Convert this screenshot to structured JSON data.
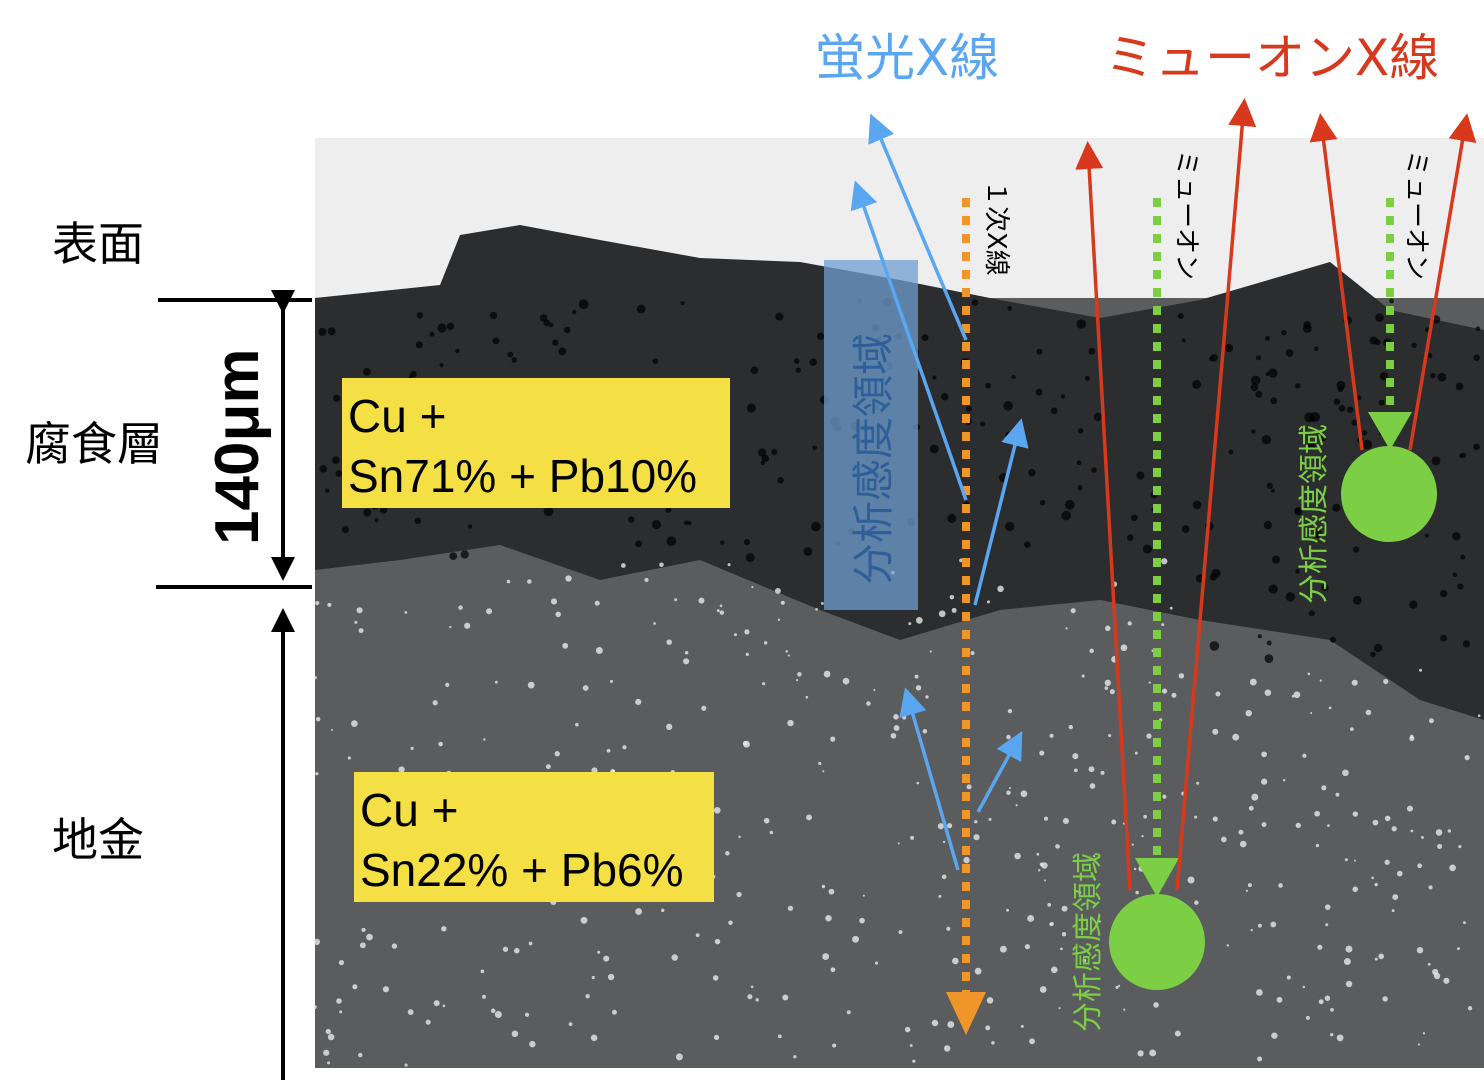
{
  "labels": {
    "surface": "表面",
    "corrosion_layer": "腐食層",
    "base_metal": "地金",
    "scale": "140μm"
  },
  "compositions": {
    "corrosion": {
      "line1": "Cu +",
      "line2": "Sn71% + Pb10%"
    },
    "base": {
      "line1": "Cu +",
      "line2": "Sn22% + Pb6%"
    }
  },
  "headings": {
    "fluorescent_xray": "蛍光X線",
    "muon_xray": "ミューオンX線"
  },
  "annotations": {
    "primary_xray": "１次X線",
    "muon_1": "ミューオン",
    "muon_2": "ミューオン",
    "sensitivity_xrf": "分析感度領域",
    "sensitivity_muon_deep": "分析感度領域",
    "sensitivity_muon_shallow": "分析感度領域"
  },
  "colors": {
    "blue": "#5aa6f0",
    "red": "#d8391c",
    "orange": "#f0952a",
    "green": "#7ccf45",
    "yellow": "#f4df45"
  }
}
